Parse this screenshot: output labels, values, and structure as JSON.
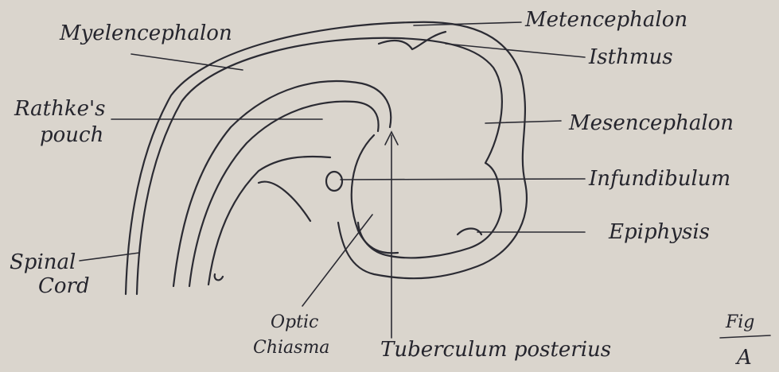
{
  "diagram": {
    "labels": {
      "myelencephalon": "Myelencephalon",
      "metencephalon": "Metencephalon",
      "isthmus": "Isthmus",
      "rathkes_pouch_line1": "Rathke's",
      "rathkes_pouch_line2": "pouch",
      "mesencephalon": "Mesencephalon",
      "infundibulum": "Infundibulum",
      "epiphysis": "Epiphysis",
      "spinal_cord_line1": "Spinal",
      "spinal_cord_line2": "Cord",
      "optic_chiasma_line1": "Optic",
      "optic_chiasma_line2": "Chiasma",
      "tuberculum_posterius": "Tuberculum posterius",
      "fig": "Fig",
      "fig_letter": "A"
    }
  }
}
